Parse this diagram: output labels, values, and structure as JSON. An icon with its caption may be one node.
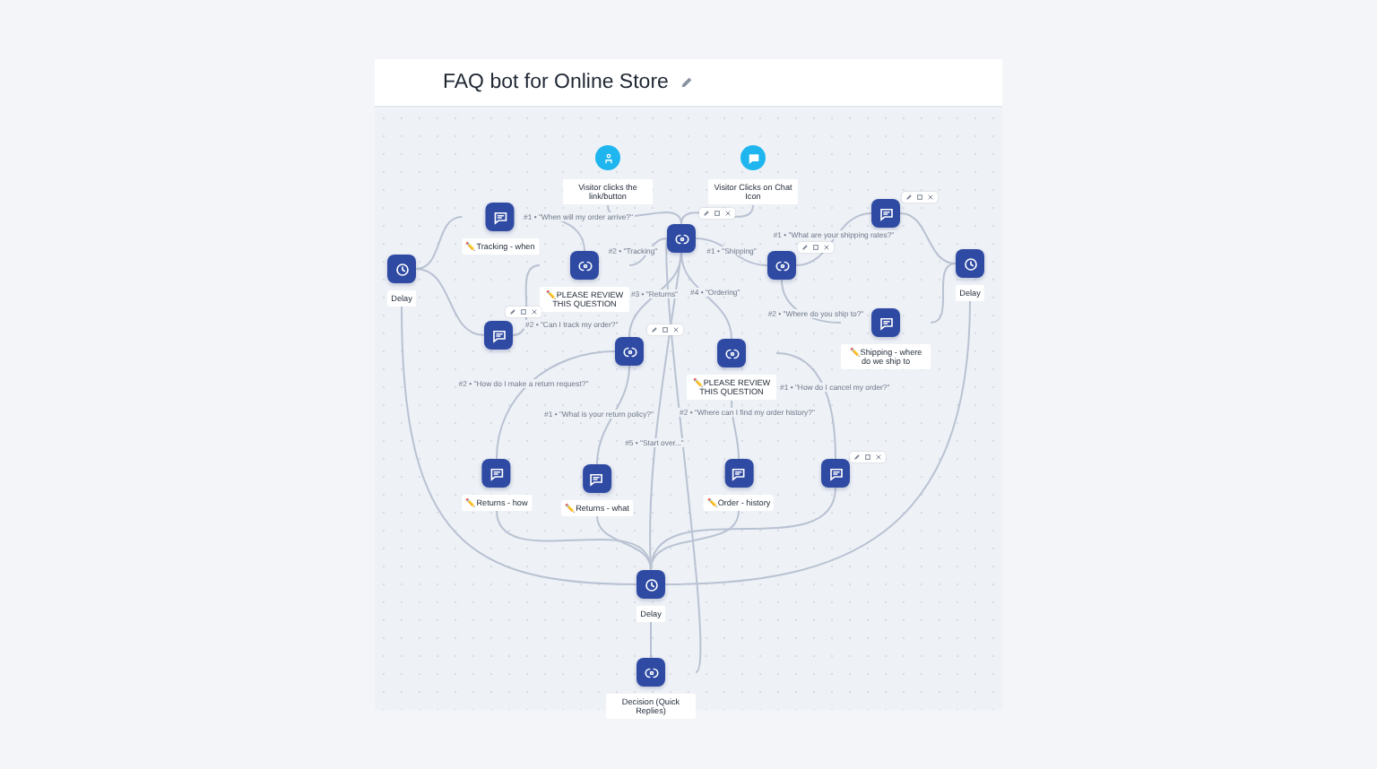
{
  "diagram": {
    "title": "FAQ bot for Online Store",
    "nodes": [
      {
        "text": [
          "Visitor clicks the link/button"
        ]
      },
      {
        "text": [
          "Visitor Clicks on Chat Icon"
        ]
      },
      {
        "text": [],
        "shape": "box"
      },
      {
        "text": [
          "✏️Tracking - when"
        ]
      },
      {
        "text": [
          "✏️PLEASE REVIEW THIS QUESTION"
        ]
      },
      {
        "text": [
          "Delay"
        ]
      },
      {
        "text": [],
        "shape": "box"
      },
      {
        "text": [],
        "shape": "box"
      },
      {
        "text": [],
        "shape": "box"
      },
      {
        "text": [
          "Delay"
        ]
      },
      {
        "text": [
          "✏️Shipping - where do we ship to"
        ]
      },
      {
        "text": [],
        "shape": "box"
      },
      {
        "text": [
          "✏️PLEASE REVIEW THIS QUESTION"
        ]
      },
      {
        "text": [
          "✏️Returns - how"
        ]
      },
      {
        "text": [
          "✏️Returns - what"
        ]
      },
      {
        "text": [
          "✏️Order - history"
        ]
      },
      {
        "text": [],
        "shape": "box"
      },
      {
        "text": [
          "Delay"
        ]
      },
      {
        "text": [
          "Decision (Quick Replies)"
        ]
      }
    ],
    "edges": [
      {
        "from": 0,
        "to": 2,
        "arrow": "none"
      },
      {
        "from": 1,
        "to": 2,
        "arrow": "none"
      },
      {
        "from": 2,
        "to": 7,
        "arrow": "none",
        "label": "#1 • \"Shipping\""
      },
      {
        "from": 2,
        "to": 4,
        "arrow": "none",
        "label": "#2 • \"Tracking\""
      },
      {
        "from": 2,
        "to": 11,
        "arrow": "none",
        "label": "#3 • \"Returns\""
      },
      {
        "from": 2,
        "to": 12,
        "arrow": "none",
        "label": "#4 • \"Ordering\""
      },
      {
        "from": 2,
        "to": 17,
        "arrow": "none",
        "label": "#5 • \"Start over...\""
      },
      {
        "from": 4,
        "to": 3,
        "arrow": "none",
        "label": "#1 • \"When will my order arrive?\""
      },
      {
        "from": 4,
        "to": 6,
        "arrow": "none",
        "label": "#2 • \"Can I track my order?\""
      },
      {
        "from": 3,
        "to": 5,
        "arrow": "none"
      },
      {
        "from": 6,
        "to": 5,
        "arrow": "none"
      },
      {
        "from": 7,
        "to": 8,
        "arrow": "none",
        "label": "#1 • \"What are your shipping rates?\""
      },
      {
        "from": 7,
        "to": 10,
        "arrow": "none",
        "label": "#2 • \"Where do you ship to?\""
      },
      {
        "from": 8,
        "to": 9,
        "arrow": "none"
      },
      {
        "from": 10,
        "to": 9,
        "arrow": "none"
      },
      {
        "from": 11,
        "to": 13,
        "arrow": "none",
        "label": "#2 • \"How do I make a return request?\""
      },
      {
        "from": 11,
        "to": 14,
        "arrow": "none",
        "label": "#1 • \"What is your return policy?\""
      },
      {
        "from": 12,
        "to": 15,
        "arrow": "none",
        "label": "#2 • \"Where can I find my order history?\""
      },
      {
        "from": 12,
        "to": 16,
        "arrow": "none",
        "label": "#1 • \"How do I cancel my order?\""
      },
      {
        "from": 5,
        "to": 17,
        "arrow": "none"
      },
      {
        "from": 9,
        "to": 17,
        "arrow": "none"
      },
      {
        "from": 13,
        "to": 17,
        "arrow": "none"
      },
      {
        "from": 14,
        "to": 17,
        "arrow": "none"
      },
      {
        "from": 15,
        "to": 17,
        "arrow": "none"
      },
      {
        "from": 16,
        "to": 17,
        "arrow": "none"
      },
      {
        "from": 17,
        "to": 18,
        "arrow": "none"
      },
      {
        "from": 18,
        "to": 2,
        "arrow": "none"
      }
    ]
  }
}
